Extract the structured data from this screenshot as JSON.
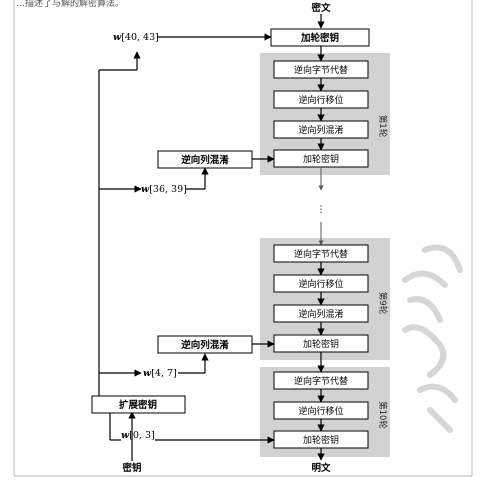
{
  "top_caption": "…描述了与解的解密算法。",
  "input_label": "密文",
  "output_label": "明文",
  "key_input_label": "密钥",
  "key_expansion": {
    "label": "扩展密钥"
  },
  "key_words": {
    "w40_43": "[40, 43]",
    "w36_39": "[36, 39]",
    "w4_7": "[4, 7]",
    "w0_3": "[0, 3]",
    "w_symbol": "w"
  },
  "initial_round": {
    "add_round_key": "加轮密钥"
  },
  "round1": {
    "label": "第1轮",
    "inv_sub_bytes": "逆向字节代替",
    "inv_shift_rows": "逆向行移位",
    "inv_mix_columns": "逆向列混淆",
    "add_round_key": "加轮密钥",
    "key_inv_mix_columns": "逆向列混淆"
  },
  "ellipsis": "⋮",
  "round9": {
    "label": "第9轮",
    "inv_sub_bytes": "逆向字节代替",
    "inv_shift_rows": "逆向行移位",
    "inv_mix_columns": "逆向列混淆",
    "add_round_key": "加轮密钥",
    "key_inv_mix_columns": "逆向列混淆"
  },
  "round10": {
    "label": "第10轮",
    "inv_sub_bytes": "逆向字节代替",
    "inv_shift_rows": "逆向行移位",
    "add_round_key": "加轮密钥"
  },
  "colors": {
    "panel": "#d2d2d2",
    "box_fill": "#ffffff",
    "line": "#000000",
    "watermark": "#d6d6d6"
  }
}
